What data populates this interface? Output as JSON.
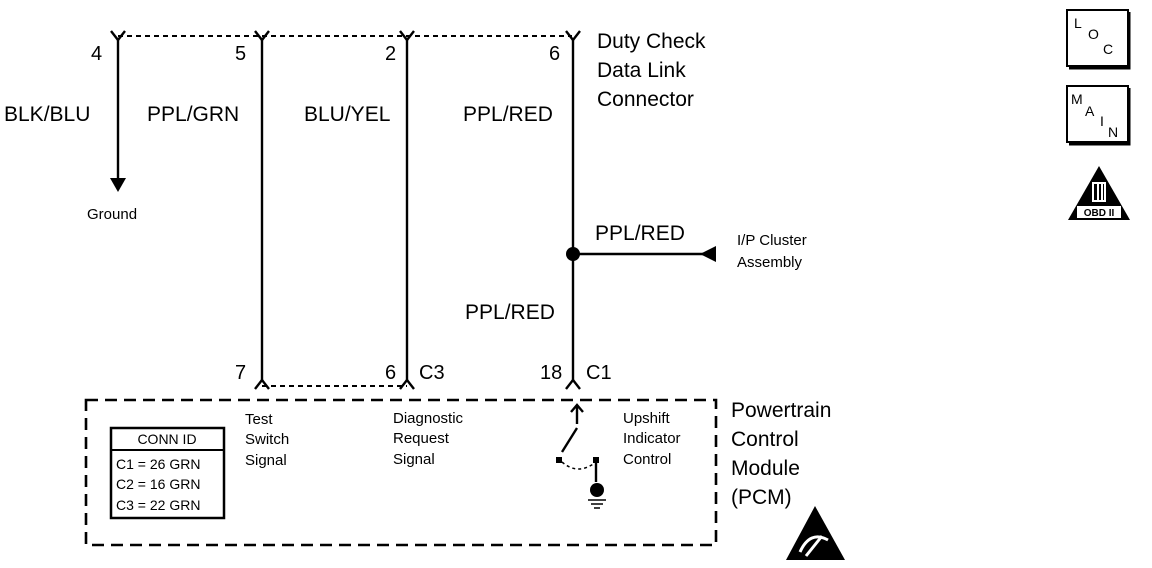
{
  "connector": {
    "name_lines": [
      "Duty Check",
      "Data Link",
      "Connector"
    ],
    "pins": [
      "4",
      "5",
      "2",
      "6"
    ]
  },
  "wires": {
    "w1": "BLK/BLU",
    "w2": "PPL/GRN",
    "w3": "BLU/YEL",
    "w4_top": "PPL/RED",
    "w4_bottom": "PPL/RED",
    "branch": "PPL/RED"
  },
  "ground_label": "Ground",
  "ip_cluster_lines": [
    "I/P Cluster",
    "Assembly"
  ],
  "pcm_pins": {
    "p7": "7",
    "p6": "6",
    "c3": "C3",
    "p18": "18",
    "c1": "C1"
  },
  "signals": {
    "test": [
      "Test",
      "Switch",
      "Signal"
    ],
    "diag": [
      "Diagnostic",
      "Request",
      "Signal"
    ],
    "upshift": [
      "Upshift",
      "Indicator",
      "Control"
    ]
  },
  "pcm_name_lines": [
    "Powertrain",
    "Control",
    "Module",
    "(PCM)"
  ],
  "conn_id": {
    "title": "CONN ID",
    "rows": [
      "C1 = 26 GRN",
      "C2 = 16 GRN",
      "C3 = 22 GRN"
    ]
  },
  "nav_icons": {
    "loc": [
      "L",
      "O",
      "C"
    ],
    "main": [
      "M",
      "A",
      "I",
      "N"
    ],
    "obd": "OBD II"
  }
}
